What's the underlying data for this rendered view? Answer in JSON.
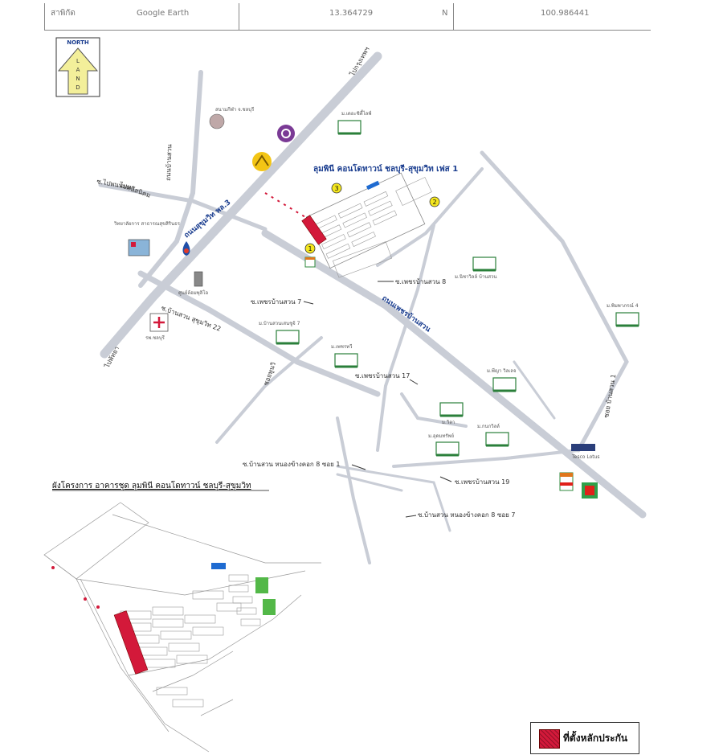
{
  "header": {
    "label_left": "สาพิกัด",
    "source": "Google Earth",
    "lat": "13.364729",
    "lat_dir": "N",
    "lon": "100.986441"
  },
  "north_arrow": {
    "top_label": "NORTH",
    "letters": [
      "L",
      "A",
      "N",
      "D"
    ]
  },
  "main_title": "ลุมพินี คอนโดทาวน์ ชลบุรี-สุขุมวิท เฟส 1",
  "roads": {
    "sukhumvit": "ถนนสุขุมวิท พล.3",
    "phetbansuan": "ถนนเพชรบ้านสวน",
    "to_bangkok": "ไปกรุงเทพฯ",
    "to_pattaya": "ไปพัทยา",
    "ban_suan": "ถนนบ้านสวน",
    "to_phanat": "ไปพนัสนิคม",
    "pho_bu": "ซอยพูนวิ",
    "soi_bansuan1": "ซอย บ้านสวน 1"
  },
  "places": {
    "school": "สนามกีฬา จ.ชลบุรี",
    "sriracha": "วิทยาลัยการ\nสาธารณสุขสิรินธร",
    "hospital": "รพ.ชลบุรี",
    "sukhumvit_condo": "ศูนย์ล้อมพุลิโอ",
    "laemthong": "ม.เดอะซิตี้ไลฟ์",
    "ban_suan_village": "ม.บ้านสวนเสนชูจ้ 7",
    "phetchara": "ม.เพชรทวี",
    "nichaville": "ม.นิชาวิลล์ บ้านสวน",
    "pimpraya": "ม.พิมพาภรณ์ 4",
    "phiraya": "ม.พีญา วิลเลจ",
    "villa": "ม.วิลา",
    "kanitha": "ม.กนกวิลล์",
    "udomsak": "ม.อุดมทรัพย์",
    "tesco": "Tesco Lotus"
  },
  "sois": {
    "soi7": "ซ.เพชรบ้านสวน 7",
    "soi8": "ซ.เพชรบ้านสวน 8",
    "soi17": "ซ.เพชรบ้านสวน 17",
    "soi19": "ซ.เพชรบ้านสวน 19",
    "sukhumvit22": "ซ.บ้านสวน สุขุมวิท 22",
    "nongchang8_1": "ซ.บ้านสวน หนองข้างคอก 8 ซอย 1",
    "nongchang8_7": "ซ.บ้านสวน หนองข้างคอก 8 ซอย 7",
    "to_sukhumvit": "ซ.ไปพนนมหร"
  },
  "site_labels": {
    "marker1": "1",
    "marker2": "2",
    "marker3": "3"
  },
  "plan_title": "ผังโครงการ อาคารชุด ลุมพินี คอนโดทาวน์ ชลบุรี-สุขุมวิท",
  "legend": {
    "label": "ที่ตั้งหลักประกัน",
    "color": "#d3193a"
  },
  "colors": {
    "site_red": "#d3193a",
    "road_blue": "#1a3d8f",
    "green_block": "#53b848",
    "blue_block": "#1f6bd1",
    "marker_yellow": "#f4e61e"
  }
}
